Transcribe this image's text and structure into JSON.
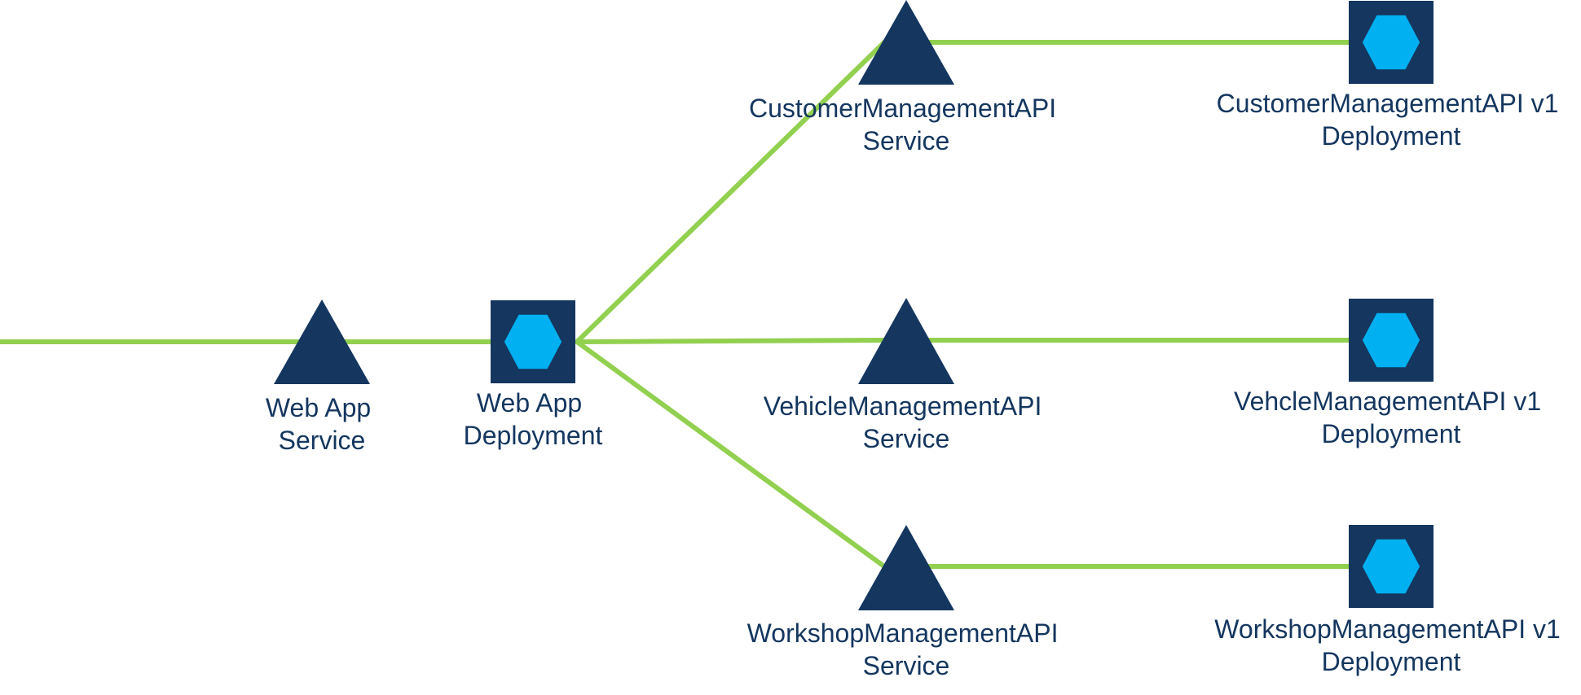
{
  "colors": {
    "connector": "#92d050",
    "node_dark": "#14365f",
    "node_accent": "#00b0f0",
    "label": "#14365f"
  },
  "icons": {
    "service": "triangle-icon",
    "deployment": "hexagon-icon"
  },
  "nodes": {
    "web_app_service": {
      "kind": "service",
      "line1": "Web App",
      "line2": "Service"
    },
    "web_app_deployment": {
      "kind": "deployment",
      "line1": "Web App",
      "line2": "Deployment"
    },
    "customer_service": {
      "kind": "service",
      "line1": "CustomerManagementAPI",
      "line2": "Service"
    },
    "vehicle_service": {
      "kind": "service",
      "line1": "VehicleManagementAPI",
      "line2": "Service"
    },
    "workshop_service": {
      "kind": "service",
      "line1": "WorkshopManagementAPI",
      "line2": "Service"
    },
    "customer_deployment": {
      "kind": "deployment",
      "line1": "CustomerManagementAPI v1",
      "line2": "Deployment"
    },
    "vehicle_deployment": {
      "kind": "deployment",
      "line1": "VehcleManagementAPI v1",
      "line2": "Deployment"
    },
    "workshop_deployment": {
      "kind": "deployment",
      "line1": "WorkshopManagementAPI v1",
      "line2": "Deployment"
    }
  }
}
